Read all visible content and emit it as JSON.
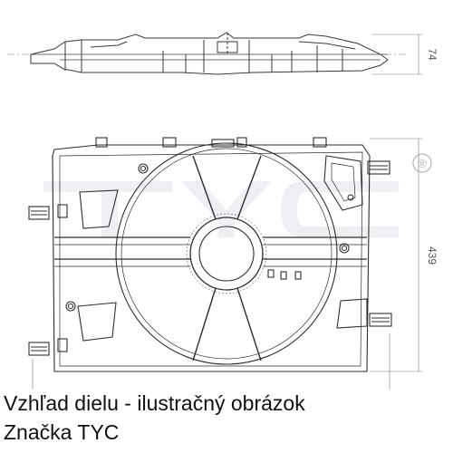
{
  "drawing": {
    "dim_depth": "74",
    "dim_height": "439",
    "brand_mark": "TYC",
    "registered_mark": "®"
  },
  "caption": {
    "line1": "Vzhľad dielu - ilustračný obrázok",
    "line2": "Značka TYC"
  }
}
